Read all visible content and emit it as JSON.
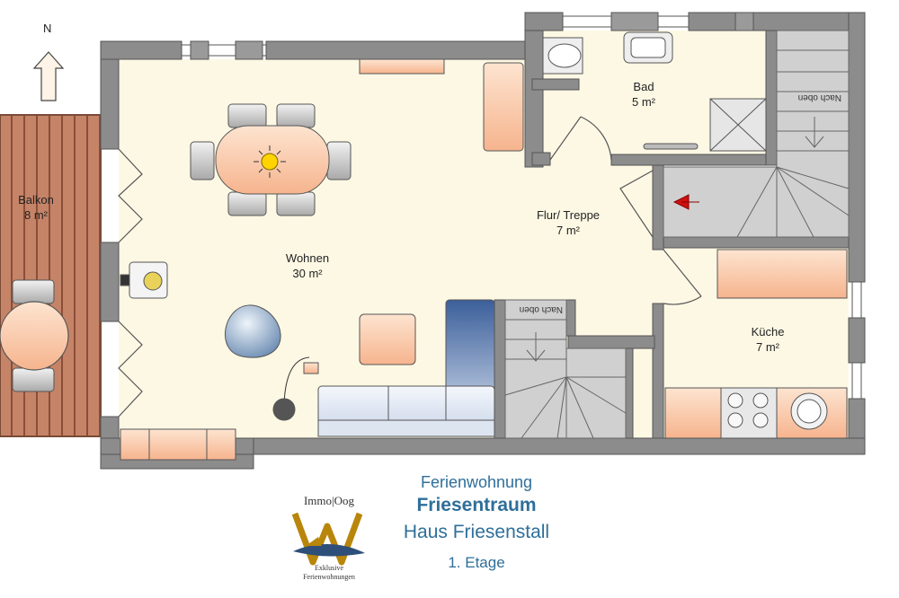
{
  "compass": {
    "north_label": "N"
  },
  "rooms": {
    "balcony": {
      "name": "Balkon",
      "area": "8 m²"
    },
    "living": {
      "name": "Wohnen",
      "area": "30 m²"
    },
    "bath": {
      "name": "Bad",
      "area": "5 m²"
    },
    "hall": {
      "name": "Flur/ Treppe",
      "area": "7 m²"
    },
    "kitchen": {
      "name": "Küche",
      "area": "7 m²"
    }
  },
  "stairs": {
    "upper_label": "Nach oben",
    "lower_label": "Nach oben"
  },
  "title_block": {
    "line1": "Ferienwohnung",
    "line2": "Friesentraum",
    "line3": "Haus Friesenstall",
    "line4": "1. Etage"
  },
  "logo": {
    "top_text": "Immo|Oog",
    "sub1": "Exklusive",
    "sub2": "Ferienwohnungen"
  },
  "colors": {
    "wall": "#8c8c8c",
    "floor": "#fdf8e4",
    "stair": "#d0d0d0",
    "balcony": "#bf7a5e",
    "title_blue": "#2e6f9a",
    "arrow_red": "#cc1111"
  }
}
